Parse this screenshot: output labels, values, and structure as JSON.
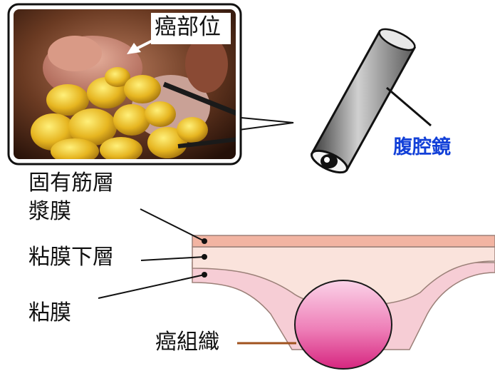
{
  "labels": {
    "cancer_site": "癌部位",
    "laparoscope": "腹腔鏡",
    "muscularis_serosa_line1": "固有筋層",
    "muscularis_serosa_line2": "漿膜",
    "submucosa": "粘膜下層",
    "mucosa": "粘膜",
    "cancer_tissue": "癌組織"
  },
  "colors": {
    "serosa_layer": "#f2b4a2",
    "submucosa_layer": "#fae3dc",
    "mucosa_layer": "#f6cdd5",
    "tumor_light": "#fbcfe6",
    "tumor_dark": "#e0328d",
    "label_accent": "#1240d8",
    "leader_cancer": "#a0521e"
  }
}
